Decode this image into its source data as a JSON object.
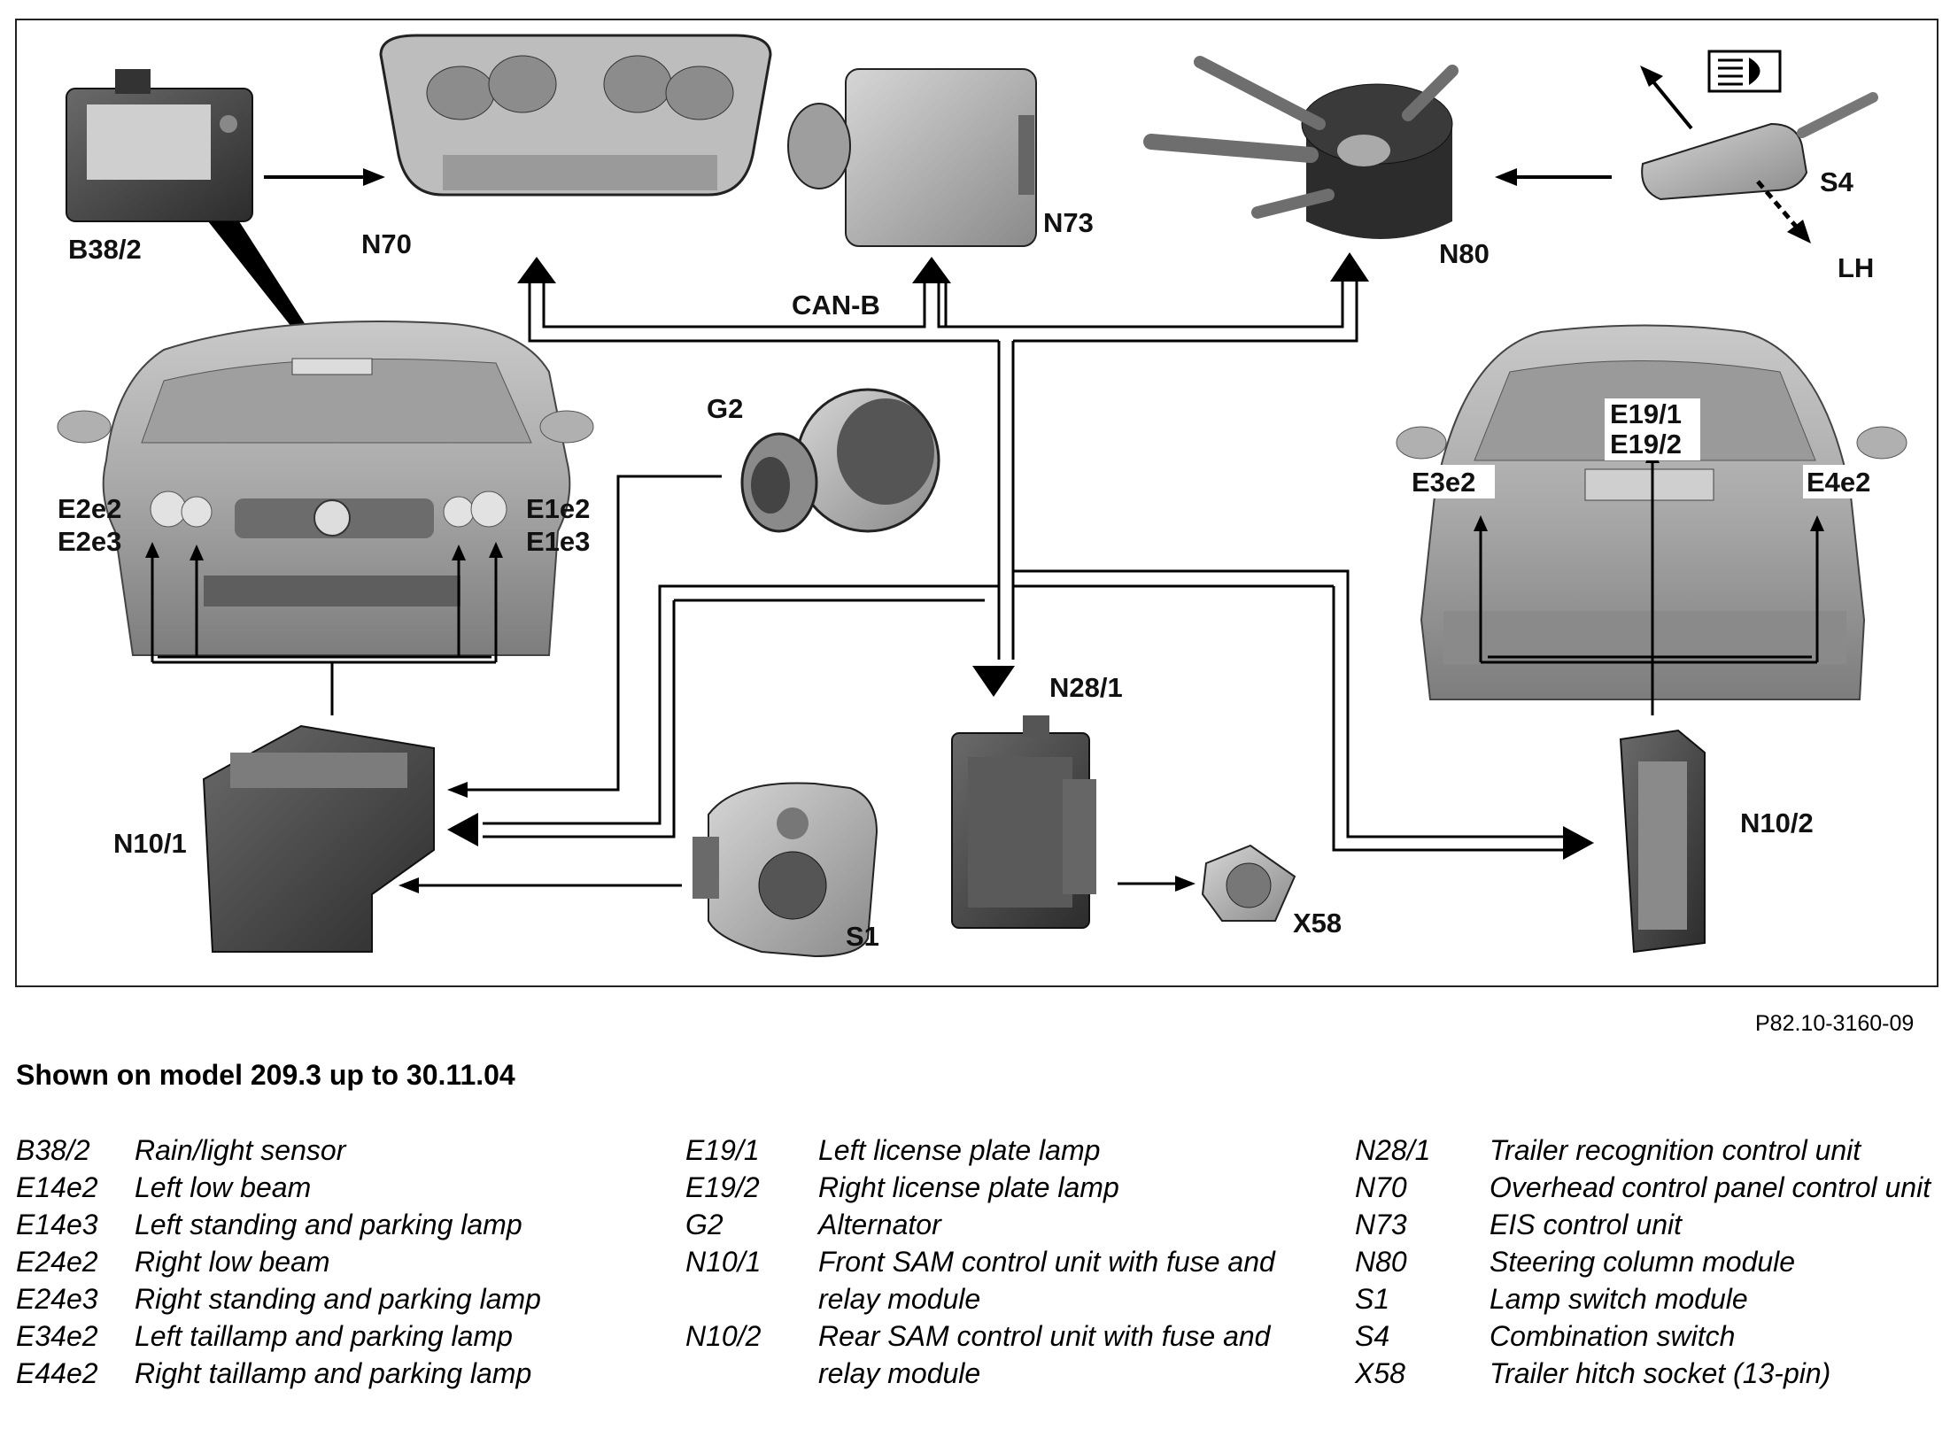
{
  "diagram": {
    "labels": {
      "b38_2": "B38/2",
      "n70": "N70",
      "n73": "N73",
      "n80": "N80",
      "s4": "S4",
      "lh": "LH",
      "can_b": "CAN-B",
      "g2": "G2",
      "e2e2": "E2e2",
      "e2e3": "E2e3",
      "e1e2": "E1e2",
      "e1e3": "E1e3",
      "e19_1": "E19/1",
      "e19_2": "E19/2",
      "e3e2": "E3e2",
      "e4e2": "E4e2",
      "n28_1": "N28/1",
      "n10_1": "N10/1",
      "n10_2": "N10/2",
      "s1": "S1",
      "x58": "X58"
    },
    "figure_ref": "P82.10-3160-09",
    "caption": "Shown on model 209.3 up to 30.11.04"
  },
  "legend": {
    "col1": [
      {
        "code": "B38/2",
        "desc": "Rain/light sensor"
      },
      {
        "code": "E14e2",
        "desc": "Left low beam"
      },
      {
        "code": "E14e3",
        "desc": "Left standing and parking lamp"
      },
      {
        "code": "E24e2",
        "desc": "Right low beam"
      },
      {
        "code": "E24e3",
        "desc": "Right standing and parking lamp"
      },
      {
        "code": "E34e2",
        "desc": "Left taillamp and parking lamp"
      },
      {
        "code": "E44e2",
        "desc": "Right taillamp and parking lamp"
      }
    ],
    "col2": [
      {
        "code": "E19/1",
        "desc": "Left license plate lamp"
      },
      {
        "code": "E19/2",
        "desc": "Right license plate lamp"
      },
      {
        "code": "G2",
        "desc": "Alternator"
      },
      {
        "code": "N10/1",
        "desc": "Front SAM control unit with fuse and relay module"
      },
      {
        "code": "N10/2",
        "desc": "Rear SAM control unit with fuse and relay module"
      }
    ],
    "col3": [
      {
        "code": "N28/1",
        "desc": "Trailer recognition control unit"
      },
      {
        "code": "N70",
        "desc": "Overhead control panel control unit"
      },
      {
        "code": "N73",
        "desc": "EIS control unit"
      },
      {
        "code": "N80",
        "desc": "Steering column module"
      },
      {
        "code": "S1",
        "desc": "Lamp switch module"
      },
      {
        "code": "S4",
        "desc": "Combination switch"
      },
      {
        "code": "X58",
        "desc": "Trailer hitch socket (13-pin)"
      }
    ]
  }
}
